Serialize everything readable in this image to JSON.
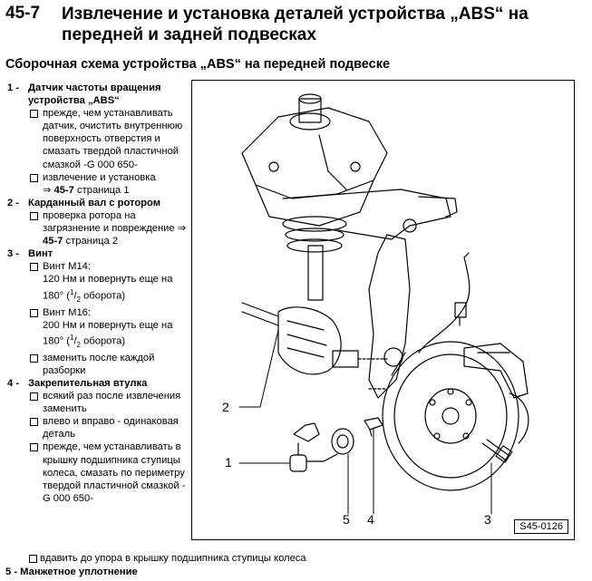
{
  "header": {
    "section_number": "45-7",
    "title": "Извлечение и установка деталей устройства „ABS“ на передней и задней подвесках"
  },
  "subtitle": "Сборочная схема устройства „ABS“ на передней подвеске",
  "items": [
    {
      "num": "1 -",
      "title": "Датчик частоты вращения устройства „ABS“",
      "bullets": [
        "прежде, чем устанавливать датчик, очистить внутреннюю поверхность отверстия и смазать твердой пластичной смазкой -G 000 650-",
        "извлечение и установка"
      ],
      "ref1": {
        "arrow": "⇒",
        "bold": "45-7",
        "rest": "страница 1"
      }
    },
    {
      "num": "2 -",
      "title": "Карданный вал с ротором",
      "bullets": [
        "проверка ротора на загрязнение и повреждение"
      ],
      "ref2": {
        "arrow": "⇒",
        "bold": "45-7",
        "rest": "страница 2"
      }
    },
    {
      "num": "3 -",
      "title": "Винт",
      "m14": "Винт M14:",
      "m14_torque": "120 Нм и повернуть еще на 180° (",
      "m16": "Винт M16:",
      "m16_torque": "200 Нм и повернуть еще на 180° (",
      "frac_num": "1",
      "frac_den": "2",
      "frac_tail": " оборота)",
      "replace": "заменить после каждой разборки"
    },
    {
      "num": "4 -",
      "title": "Закрепительная втулка",
      "bullets": [
        "всякий раз после извлечения заменить",
        "влево и вправо - одинаковая деталь",
        "прежде, чем устанавливать в крышку подшипника ступицы колеса, смазать по периметру твердой пластичной смазкой -G 000 650-"
      ]
    }
  ],
  "bottom_bullet": "вдавить до упора в крышку подшипника ступицы колеса",
  "item6": {
    "num": "5 -",
    "title": "Манжетное уплотнение"
  },
  "figure": {
    "callouts": [
      "1",
      "2",
      "3",
      "4",
      "5"
    ],
    "code": "S45-0126"
  }
}
